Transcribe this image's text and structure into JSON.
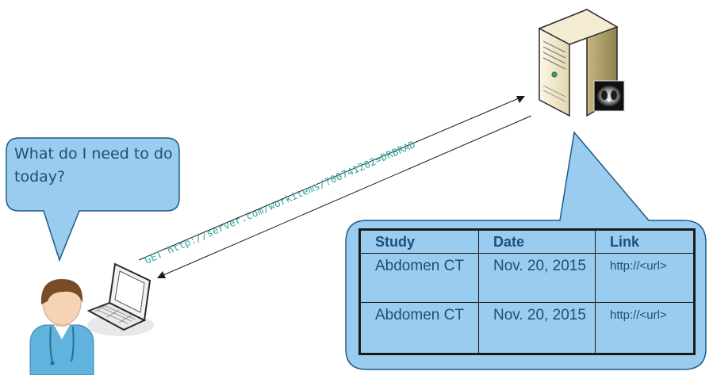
{
  "question_bubble": {
    "text": "What do I need to do today?"
  },
  "request": {
    "text": "GET http://server.com/workitems/?00741202=DRBRAD"
  },
  "results_table": {
    "headers": [
      "Study",
      "Date",
      "Link"
    ],
    "rows": [
      {
        "study": "Abdomen CT",
        "date": "Nov. 20, 2015",
        "link": "http://<url>"
      },
      {
        "study": "Abdomen CT",
        "date": "Nov. 20, 2015",
        "link": "http://<url>"
      }
    ]
  },
  "colors": {
    "bubble_fill": "#99ccee",
    "bubble_stroke": "#1e5b87",
    "text": "#1f4e79",
    "request_text": "#31a5a0",
    "table_border": "#1a1a1a"
  },
  "icons": [
    "user-icon",
    "laptop-icon",
    "server-icon",
    "ct-image-icon",
    "arrow-icon"
  ]
}
